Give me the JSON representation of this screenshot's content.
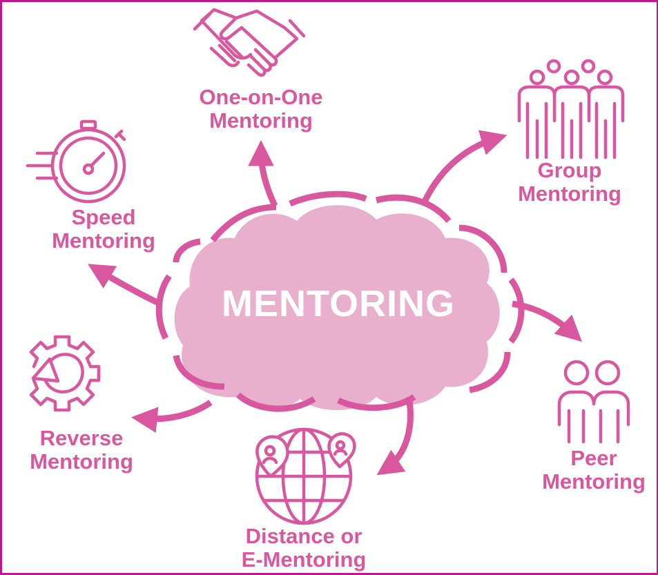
{
  "center": {
    "title": "MENTORING"
  },
  "types": [
    {
      "id": "one-on-one",
      "line1": "One-on-One",
      "line2": "Mentoring",
      "icon": "handshake-icon"
    },
    {
      "id": "group",
      "line1": "Group",
      "line2": "Mentoring",
      "icon": "group-people-icon"
    },
    {
      "id": "peer",
      "line1": "Peer",
      "line2": "Mentoring",
      "icon": "two-people-icon"
    },
    {
      "id": "distance",
      "line1": "Distance or",
      "line2": "E-Mentoring",
      "icon": "globe-with-pins-icon"
    },
    {
      "id": "reverse",
      "line1": "Reverse",
      "line2": "Mentoring",
      "icon": "gear-reverse-icon"
    },
    {
      "id": "speed",
      "line1": "Speed",
      "line2": "Mentoring",
      "icon": "stopwatch-icon"
    }
  ],
  "colors": {
    "accent": "#d8579e",
    "cloud_fill": "#e8b0cc",
    "frame": "#c2168f",
    "title": "#ffffff"
  }
}
